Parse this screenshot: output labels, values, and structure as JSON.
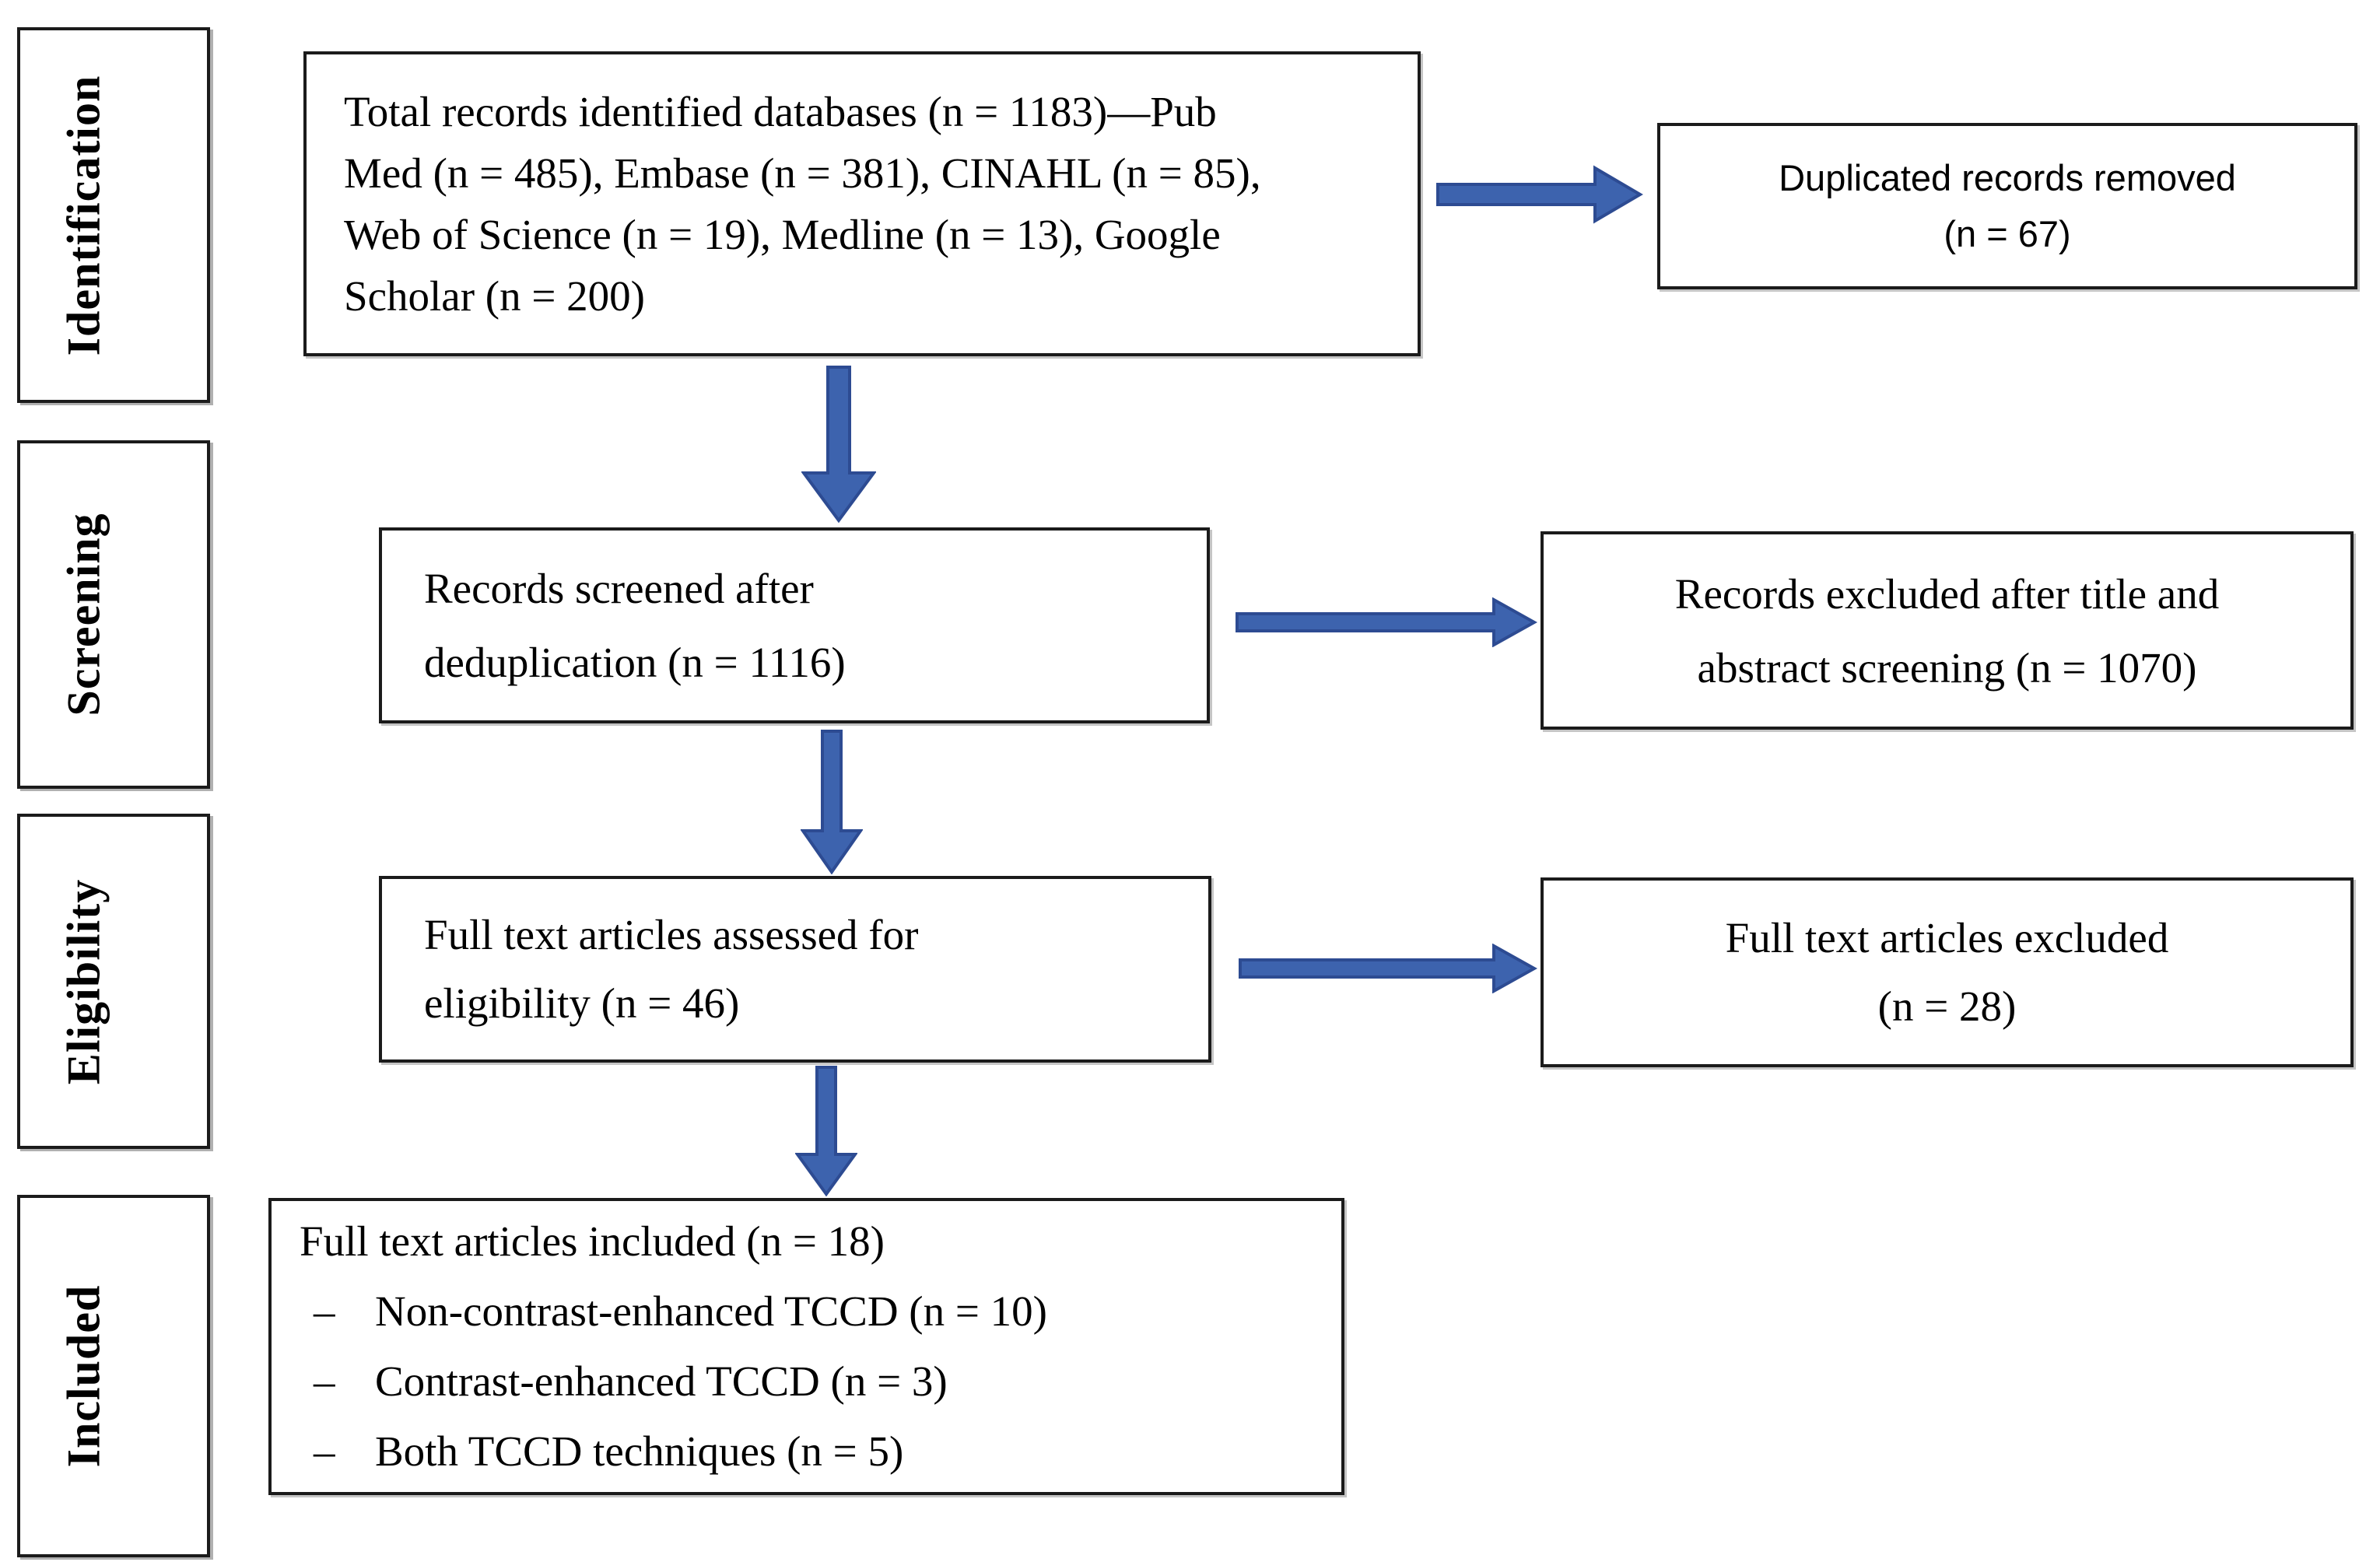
{
  "stages": [
    {
      "label": "Identification"
    },
    {
      "label": "Screening"
    },
    {
      "label": "Eligibility"
    },
    {
      "label": "Included"
    }
  ],
  "flow": {
    "identified": {
      "lines": [
        "Total records identified databases (n = 1183)—Pub",
        "Med (n = 485), Embase (n = 381), CINAHL (n = 85),",
        "Web of Science (n = 19), Medline (n = 13), Google",
        "Scholar (n = 200)"
      ]
    },
    "duplicates_removed": {
      "lines": [
        "Duplicated records removed",
        "(n = 67)"
      ]
    },
    "screened": {
      "lines": [
        "Records screened after",
        "deduplication (n = 1116)"
      ]
    },
    "excluded_title_abstract": {
      "lines": [
        "Records excluded after title and",
        "abstract screening (n = 1070)"
      ]
    },
    "assessed": {
      "lines": [
        "Full text articles assessed for",
        "eligibility (n = 46)"
      ]
    },
    "full_text_excluded": {
      "lines": [
        "Full text articles excluded",
        "(n = 28)"
      ]
    },
    "included": {
      "title": "Full text articles included (n = 18)",
      "items": [
        {
          "bullet": "–",
          "label": "Non-contrast-enhanced TCCD (n = 10)"
        },
        {
          "bullet": "–",
          "label": "Contrast-enhanced TCCD (n = 3)"
        },
        {
          "bullet": "–",
          "label": "Both TCCD techniques (n = 5)"
        }
      ]
    }
  },
  "colors": {
    "arrow_fill": "#3d63ae",
    "arrow_stroke": "#2d4b92",
    "box_border": "#1b1b1b",
    "text": "#000000",
    "background": "#ffffff"
  }
}
